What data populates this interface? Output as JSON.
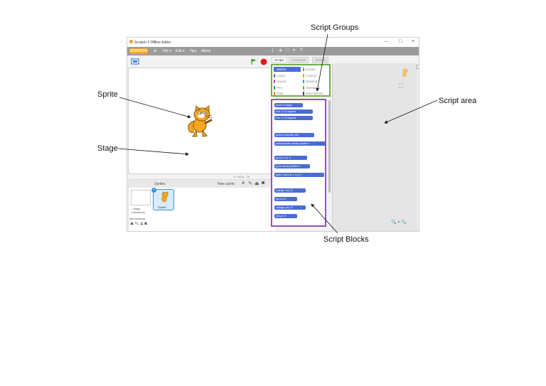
{
  "labels": {
    "script_groups": "Script Groups",
    "sprite": "Sprite",
    "script_area": "Script area",
    "stage": "Stage",
    "script_blocks": "Script Blocks"
  },
  "window": {
    "title": "Scratch 2 Offline Editor",
    "logo": "SCRATCH",
    "menus": [
      "File ▾",
      "Edit ▾",
      "Tips",
      "About"
    ],
    "tabs": [
      "Scripts",
      "Costumes",
      "Sounds"
    ]
  },
  "groups": [
    {
      "name": "Motion",
      "color": "#4a6cd4",
      "selected": true
    },
    {
      "name": "Events",
      "color": "#c88330"
    },
    {
      "name": "Looks",
      "color": "#8a55d7"
    },
    {
      "name": "Control",
      "color": "#e1a91a"
    },
    {
      "name": "Sound",
      "color": "#bb42c3"
    },
    {
      "name": "Sensing",
      "color": "#2ca5e2"
    },
    {
      "name": "Pen",
      "color": "#0e9a6c"
    },
    {
      "name": "Operators",
      "color": "#5cb712"
    },
    {
      "name": "Data",
      "color": "#ee7d16"
    },
    {
      "name": "More Blocks",
      "color": "#632d99"
    }
  ],
  "blocks": [
    "move 10 steps",
    "turn ↻ 15 degrees",
    "turn ↺ 15 degrees",
    "point in direction 90▾",
    "point towards mouse-pointer ▾",
    "go to x: 0 y: 0",
    "go to mouse-pointer ▾",
    "glide 1 secs to x: 0 y: 0",
    "change x by 10",
    "set x to 0",
    "change y by 10",
    "set y to 0"
  ],
  "sprites_pane": {
    "header": "Sprites",
    "new_sprite": "New sprite:",
    "stage_label": "Stage",
    "stage_backdrops": "1 backdrop",
    "new_backdrop": "New backdrop:",
    "sprite_name": "Sprite1"
  },
  "coords": "x: 163  y: -70",
  "script_xy": "x: 0\ny: 0",
  "zoom": "🔍 = 🔍"
}
